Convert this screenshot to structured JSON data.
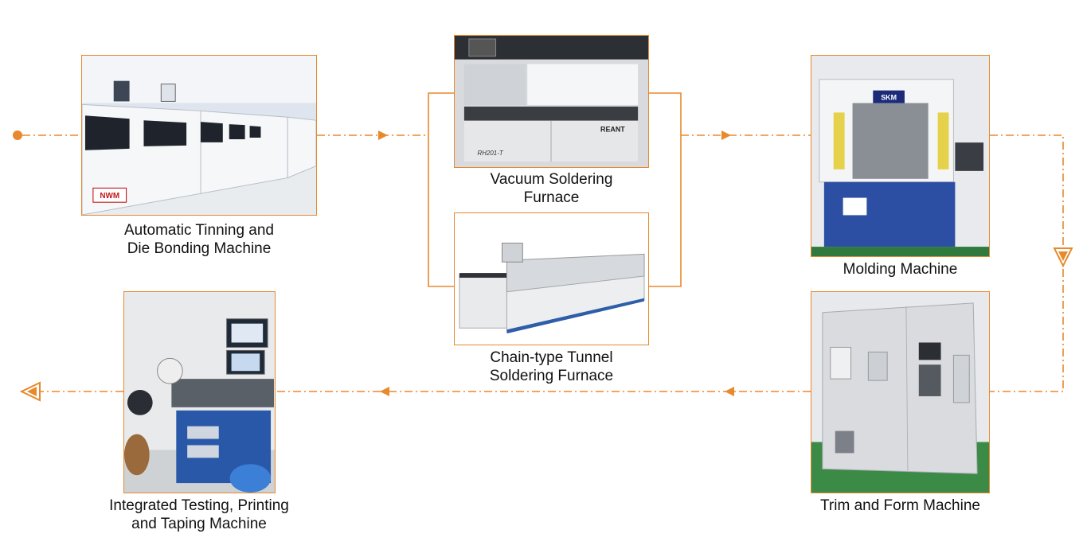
{
  "colors": {
    "accent": "#e8892b",
    "caption_text": "#111111"
  },
  "steps": [
    {
      "id": "tinning",
      "label": "Automatic Tinning and\nDie Bonding Machine",
      "photo_text": "NWM"
    },
    {
      "id": "vacuum",
      "label": "Vacuum Soldering\nFurnace",
      "photo_text": "REANT",
      "photo_model": "RH201-T"
    },
    {
      "id": "chain",
      "label": "Chain-type Tunnel\nSoldering Furnace"
    },
    {
      "id": "molding",
      "label": "Molding Machine",
      "photo_text": "SKM"
    },
    {
      "id": "trim",
      "label": "Trim and Form Machine"
    },
    {
      "id": "testing",
      "label": "Integrated Testing, Printing\nand Taping Machine"
    }
  ]
}
